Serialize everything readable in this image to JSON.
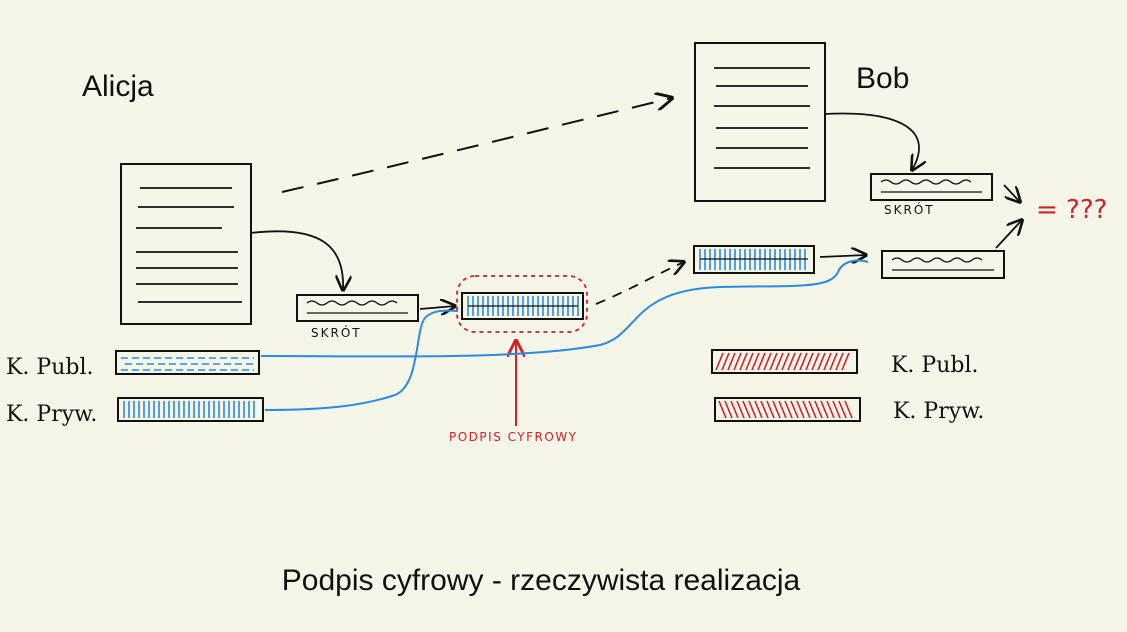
{
  "title": "Podpis cyfrowy - rzeczywista realizacja",
  "alice": {
    "name": "Alicja"
  },
  "bob": {
    "name": "Bob"
  },
  "labels": {
    "hash_alice": "SKRÓT",
    "hash_bob": "SKRÓT",
    "signature": "PODPIS CYFROWY",
    "compare": "= ???",
    "alice_pub_key": "K. Publ.",
    "alice_priv_key": "K. Pryw.",
    "bob_pub_key": "K. Publ.",
    "bob_priv_key": "K. Pryw."
  },
  "colors": {
    "background": "#f6f6e8",
    "ink": "#111111",
    "alice_key": "#2a8be0",
    "bob_key": "#d5202a",
    "annotation": "#d5202a"
  }
}
